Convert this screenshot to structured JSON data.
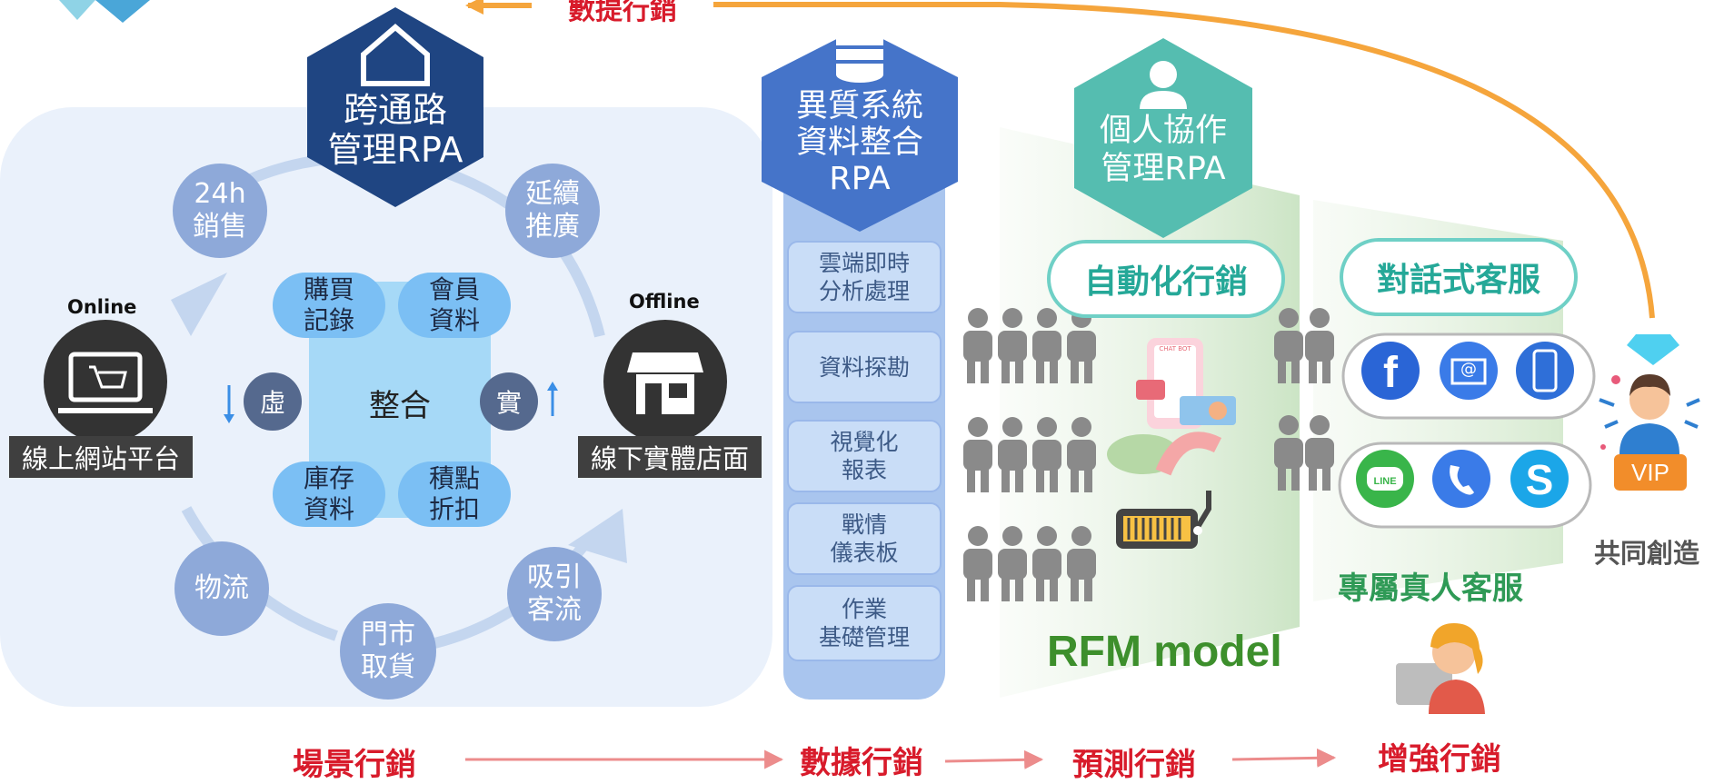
{
  "top_label": "數提行銷",
  "left_panel": {
    "hex_title": "跨通路\n管理RPA",
    "online_label": "Online",
    "offline_label": "Offline",
    "online_store": "線上網站平台",
    "offline_store": "線下實體店面",
    "center_label": "整合",
    "virtual_label": "虛",
    "real_label": "實",
    "outer_items": [
      "24h\n銷售",
      "延續\n推廣",
      "吸引\n客流",
      "門市\n取貨",
      "物流"
    ],
    "inner_items": [
      "購買\n記錄",
      "會員\n資料",
      "庫存\n資料",
      "積點\n折扣"
    ]
  },
  "data_column": {
    "hex_title": "異質系統\n資料整合\nRPA",
    "items": [
      "雲端即時\n分析處理",
      "資料探勘",
      "視覺化\n報表",
      "戰情\n儀表板",
      "作業\n基礎管理"
    ]
  },
  "green_panel": {
    "hex_title": "個人協作\n管理RPA",
    "automation_pill": "自動化行銷",
    "chat_pill": "對話式客服",
    "rfm_label": "RFM model",
    "dedicated_label": "專屬真人客服",
    "chatbot_text": "CHAT BOT"
  },
  "vip": {
    "badge": "VIP",
    "caption": "共同創造"
  },
  "bottom_flow": [
    "場景行銷",
    "數據行銷",
    "預測行銷",
    "增強行銷"
  ],
  "colors": {
    "navy": "#1f4582",
    "blue": "#4574c9",
    "teal": "#55bdb0",
    "circle": "#8ea9d9",
    "inner": "#7bbff4",
    "orange": "#f5a53c",
    "red": "#d81b2b"
  }
}
